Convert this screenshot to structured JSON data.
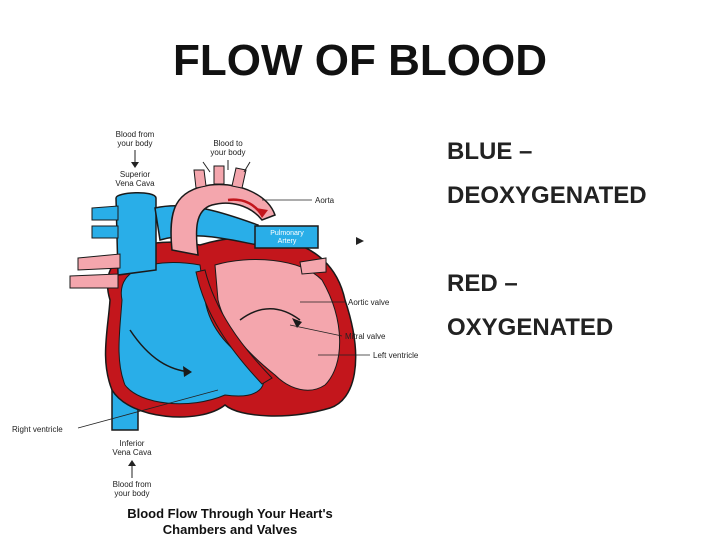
{
  "slide": {
    "title": "FLOW OF BLOOD"
  },
  "legend": {
    "blue_line1": "BLUE –",
    "blue_line2": "DEOXYGENATED",
    "red_line1": "RED –",
    "red_line2": "OXYGENATED"
  },
  "diagram": {
    "labels": {
      "blood_from_body_top_1": "Blood from",
      "blood_from_body_top_2": "your body",
      "superior_vena_cava_1": "Superior",
      "superior_vena_cava_2": "Vena Cava",
      "blood_to_body_1": "Blood to",
      "blood_to_body_2": "your body",
      "aorta": "Aorta",
      "pulmonary_artery_1": "Pulmonary",
      "pulmonary_artery_2": "Artery",
      "aortic_valve": "Aortic valve",
      "mitral_valve": "Mitral valve",
      "left_ventricle": "Left ventricle",
      "right_ventricle": "Right ventricle",
      "inferior_vena_cava_1": "Inferior",
      "inferior_vena_cava_2": "Vena Cava",
      "blood_from_body_bottom_1": "Blood from",
      "blood_from_body_bottom_2": "your body"
    },
    "colors": {
      "deoxygenated": "#29aee8",
      "oxygenated_light": "#f4a6ad",
      "oxygenated_dark": "#c3161c",
      "outline": "#1a1a1a"
    }
  },
  "caption": {
    "line1": "Blood Flow Through Your Heart's",
    "line2": "Chambers and Valves"
  }
}
